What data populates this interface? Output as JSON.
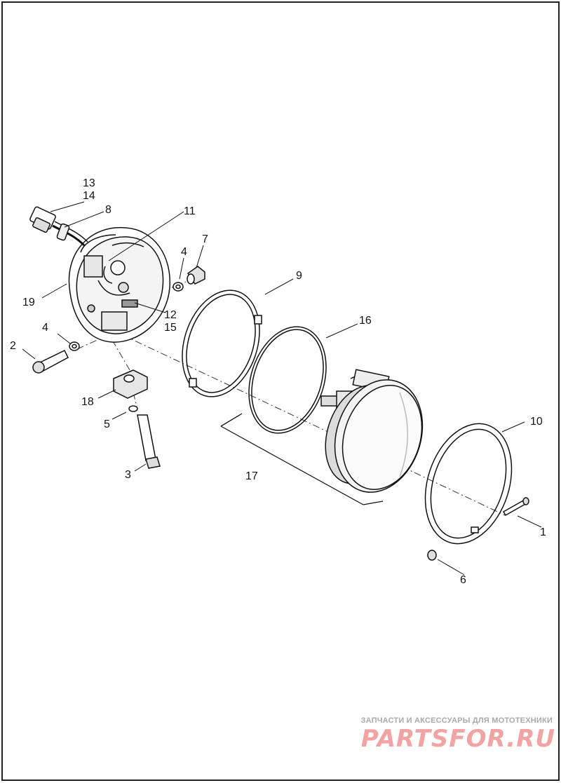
{
  "diagram": {
    "callouts": [
      {
        "id": "c13",
        "text": "13"
      },
      {
        "id": "c14",
        "text": "14"
      },
      {
        "id": "c8",
        "text": "8"
      },
      {
        "id": "c11",
        "text": "11"
      },
      {
        "id": "c7",
        "text": "7"
      },
      {
        "id": "c4a",
        "text": "4"
      },
      {
        "id": "c9",
        "text": "9"
      },
      {
        "id": "c16",
        "text": "16"
      },
      {
        "id": "c19",
        "text": "19"
      },
      {
        "id": "c12",
        "text": "12"
      },
      {
        "id": "c15",
        "text": "15"
      },
      {
        "id": "c4b",
        "text": "4"
      },
      {
        "id": "c2",
        "text": "2"
      },
      {
        "id": "c18",
        "text": "18"
      },
      {
        "id": "c5",
        "text": "5"
      },
      {
        "id": "c3",
        "text": "3"
      },
      {
        "id": "c17",
        "text": "17"
      },
      {
        "id": "c10",
        "text": "10"
      },
      {
        "id": "c1",
        "text": "1"
      },
      {
        "id": "c6",
        "text": "6"
      }
    ]
  },
  "watermark": {
    "caption": "ЗАПЧАСТИ И АКСЕССУАРЫ ДЛЯ МОТОТЕХНИКИ",
    "logo": "PARTSFOR.RU"
  }
}
